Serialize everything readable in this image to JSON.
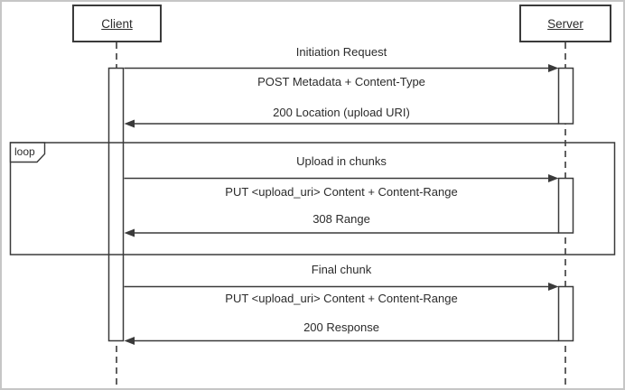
{
  "diagram": {
    "actors": {
      "client": "Client",
      "server": "Server"
    },
    "loop": {
      "operator": "loop",
      "title": "Upload in chunks"
    },
    "sections": {
      "initiation": {
        "label": "Initiation Request",
        "request": "POST Metadata + Content-Type",
        "response": "200 Location (upload URI)"
      },
      "chunk_loop": {
        "request": "PUT <upload_uri> Content + Content-Range",
        "response": "308 Range"
      },
      "final": {
        "label": "Final chunk",
        "request": "PUT <upload_uri> Content + Content-Range",
        "response": "200 Response"
      }
    },
    "colors": {
      "line": "#3a3a3a",
      "text": "#2b2b2b",
      "frame_border": "#c6c6c6",
      "background": "#ffffff"
    }
  }
}
